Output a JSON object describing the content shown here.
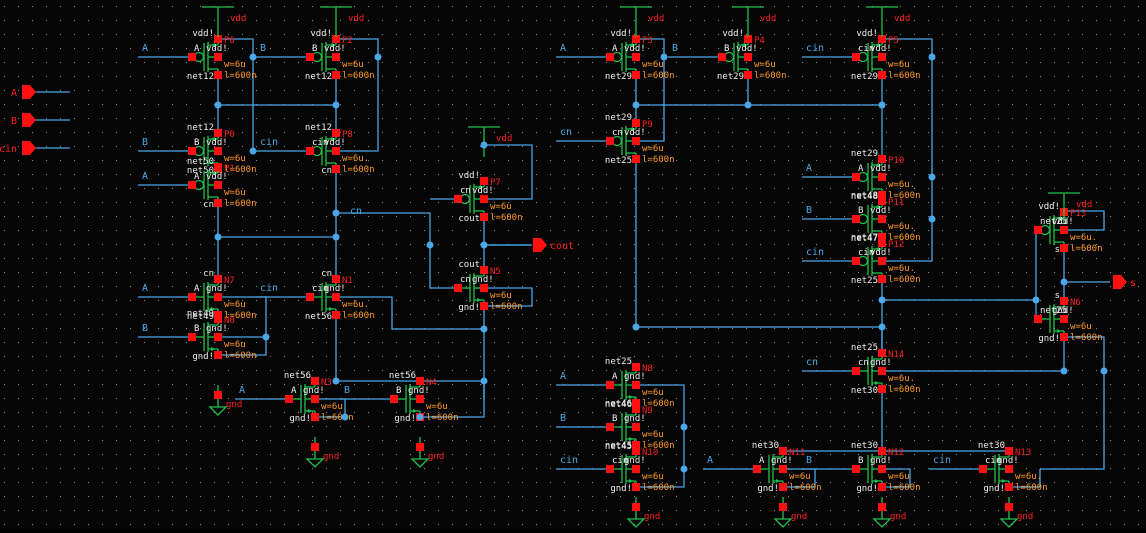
{
  "title": "Full Adder CMOS Schematic",
  "colors": {
    "background": "#050505",
    "wire": "#4aa8e8",
    "device": "#22c04a",
    "terminal": "#ff1010",
    "instance": "#ff2020",
    "param": "#ff9a2a",
    "net": "#f0f0f0"
  },
  "pins_in": [
    {
      "label": "A"
    },
    {
      "label": "B"
    },
    {
      "label": "cin"
    }
  ],
  "pins_out": [
    {
      "label": "cout"
    },
    {
      "label": "s"
    }
  ],
  "supply": {
    "vdd": "vdd",
    "gnd": "gnd"
  },
  "transistors": [
    {
      "id": "P0",
      "type": "pmos",
      "gate": "B",
      "gate_wire": "B",
      "bulk": "vdd!",
      "top": "net12",
      "bot": "net50",
      "w": "w=6u",
      "l": "l=600n"
    },
    {
      "id": "P1",
      "type": "pmos",
      "gate": "A",
      "gate_wire": "A",
      "bulk": "vdd!",
      "top": "net50",
      "bot": "cn",
      "w": "w=6u",
      "l": "l=600n"
    },
    {
      "id": "P8",
      "type": "pmos",
      "gate": "cin",
      "gate_wire": "cin",
      "bulk": "vdd!",
      "top": "net12",
      "bot": "cn",
      "w": "w=6u.",
      "l": "l=600n"
    },
    {
      "id": "P2",
      "type": "pmos",
      "gate": "B",
      "gate_wire": "B",
      "bulk": "vdd!",
      "top": "vdd!",
      "bot": "net12",
      "w": "w=6u",
      "l": "l=600n"
    },
    {
      "id": "P6",
      "type": "pmos",
      "gate": "A",
      "gate_wire": "A",
      "bulk": "vdd!",
      "top": "vdd!",
      "bot": "net12",
      "w": "w=6u",
      "l": "l=600n"
    },
    {
      "id": "N7",
      "type": "nmos",
      "gate": "A",
      "gate_wire": "A",
      "bulk": "gnd!",
      "top": "cn",
      "bot": "net49",
      "w": "w=6u",
      "l": "l=600n"
    },
    {
      "id": "N0",
      "type": "nmos",
      "gate": "B",
      "gate_wire": "B",
      "bulk": "gnd!",
      "top": "net49",
      "bot": "gnd!",
      "w": "w=6u",
      "l": "l=600n"
    },
    {
      "id": "N1",
      "type": "nmos",
      "gate": "cin",
      "gate_wire": "cin",
      "bulk": "gnd!",
      "top": "cn",
      "bot": "net56",
      "w": "w=6u.",
      "l": "l=600n"
    },
    {
      "id": "N3",
      "type": "nmos",
      "gate": "A",
      "gate_wire": "A",
      "bulk": "gnd!",
      "top": "net56",
      "bot": "gnd!",
      "w": "w=6u",
      "l": "l=600n"
    },
    {
      "id": "N4",
      "type": "nmos",
      "gate": "B",
      "gate_wire": "B",
      "bulk": "gnd!",
      "top": "net56",
      "bot": "gnd!",
      "w": "w=6u",
      "l": "l=600n"
    },
    {
      "id": "P7",
      "type": "pmos",
      "gate": "cn",
      "gate_wire": "",
      "bulk": "vdd!",
      "top": "vdd!",
      "bot": "cout",
      "w": "w=6u",
      "l": "l=600n"
    },
    {
      "id": "N5",
      "type": "nmos",
      "gate": "cn",
      "gate_wire": "",
      "bulk": "gnd!",
      "top": "cout",
      "bot": "gnd!",
      "w": "w=6u",
      "l": "l=600n"
    },
    {
      "id": "P3",
      "type": "pmos",
      "gate": "A",
      "gate_wire": "A",
      "bulk": "vdd!",
      "top": "vdd!",
      "bot": "net29",
      "w": "w=6u",
      "l": "l=600n"
    },
    {
      "id": "P4",
      "type": "pmos",
      "gate": "B",
      "gate_wire": "B",
      "bulk": "vdd!",
      "top": "vdd!",
      "bot": "net29",
      "w": "w=6u",
      "l": "l=600n"
    },
    {
      "id": "P5",
      "type": "pmos",
      "gate": "cin",
      "gate_wire": "cin",
      "bulk": "vdd!",
      "top": "vdd!",
      "bot": "net29",
      "w": "w=6u",
      "l": "l=600n"
    },
    {
      "id": "P9",
      "type": "pmos",
      "gate": "cn",
      "gate_wire": "cn",
      "bulk": "vdd!",
      "top": "net29",
      "bot": "net25",
      "w": "w=6u",
      "l": "l=600n"
    },
    {
      "id": "P10",
      "type": "pmos",
      "gate": "A",
      "gate_wire": "A",
      "bulk": "vdd!",
      "top": "net29",
      "bot": "net48",
      "w": "w=6u.",
      "l": "l=600n"
    },
    {
      "id": "P11",
      "type": "pmos",
      "gate": "B",
      "gate_wire": "B",
      "bulk": "vdd!",
      "top": "net48",
      "bot": "net47",
      "w": "w=6u.",
      "l": "l=600n"
    },
    {
      "id": "P12",
      "type": "pmos",
      "gate": "cin",
      "gate_wire": "cin",
      "bulk": "vdd!",
      "top": "net47",
      "bot": "net25",
      "w": "w=6u.",
      "l": "l=600n"
    },
    {
      "id": "P13",
      "type": "pmos",
      "gate": "net25",
      "gate_wire": "",
      "bulk": "vdd!",
      "top": "vdd!",
      "bot": "s",
      "w": "w=6u.",
      "l": "l=600n"
    },
    {
      "id": "N6",
      "type": "nmos",
      "gate": "net25",
      "gate_wire": "",
      "bulk": "gnd!",
      "top": "s",
      "bot": "gnd!",
      "w": "w=6u",
      "l": "l=600n"
    },
    {
      "id": "N8",
      "type": "nmos",
      "gate": "A",
      "gate_wire": "A",
      "bulk": "gnd!",
      "top": "net25",
      "bot": "net46",
      "w": "w=6u",
      "l": "l=600n"
    },
    {
      "id": "N9",
      "type": "nmos",
      "gate": "B",
      "gate_wire": "B",
      "bulk": "gnd!",
      "top": "net46",
      "bot": "net45",
      "w": "w=6u",
      "l": "l=600n"
    },
    {
      "id": "N10",
      "type": "nmos",
      "gate": "cin",
      "gate_wire": "cin",
      "bulk": "gnd!",
      "top": "net45",
      "bot": "gnd!",
      "w": "w=6u",
      "l": "l=600n"
    },
    {
      "id": "N14",
      "type": "nmos",
      "gate": "cn",
      "gate_wire": "cn",
      "bulk": "gnd!",
      "top": "net25",
      "bot": "net30",
      "w": "w=6u.",
      "l": "l=600n"
    },
    {
      "id": "N11",
      "type": "nmos",
      "gate": "A",
      "gate_wire": "A",
      "bulk": "gnd!",
      "top": "net30",
      "bot": "gnd!",
      "w": "w=6u",
      "l": "l=600n"
    },
    {
      "id": "N12",
      "type": "nmos",
      "gate": "B",
      "gate_wire": "B",
      "bulk": "gnd!",
      "top": "net30",
      "bot": "gnd!",
      "w": "w=6u",
      "l": "l=600n"
    },
    {
      "id": "N13",
      "type": "nmos",
      "gate": "cin",
      "gate_wire": "cin",
      "bulk": "gnd!",
      "top": "net30",
      "bot": "gnd!",
      "w": "w=6u.",
      "l": "l=600n"
    }
  ],
  "net_labels": [
    {
      "label": "cn"
    }
  ]
}
